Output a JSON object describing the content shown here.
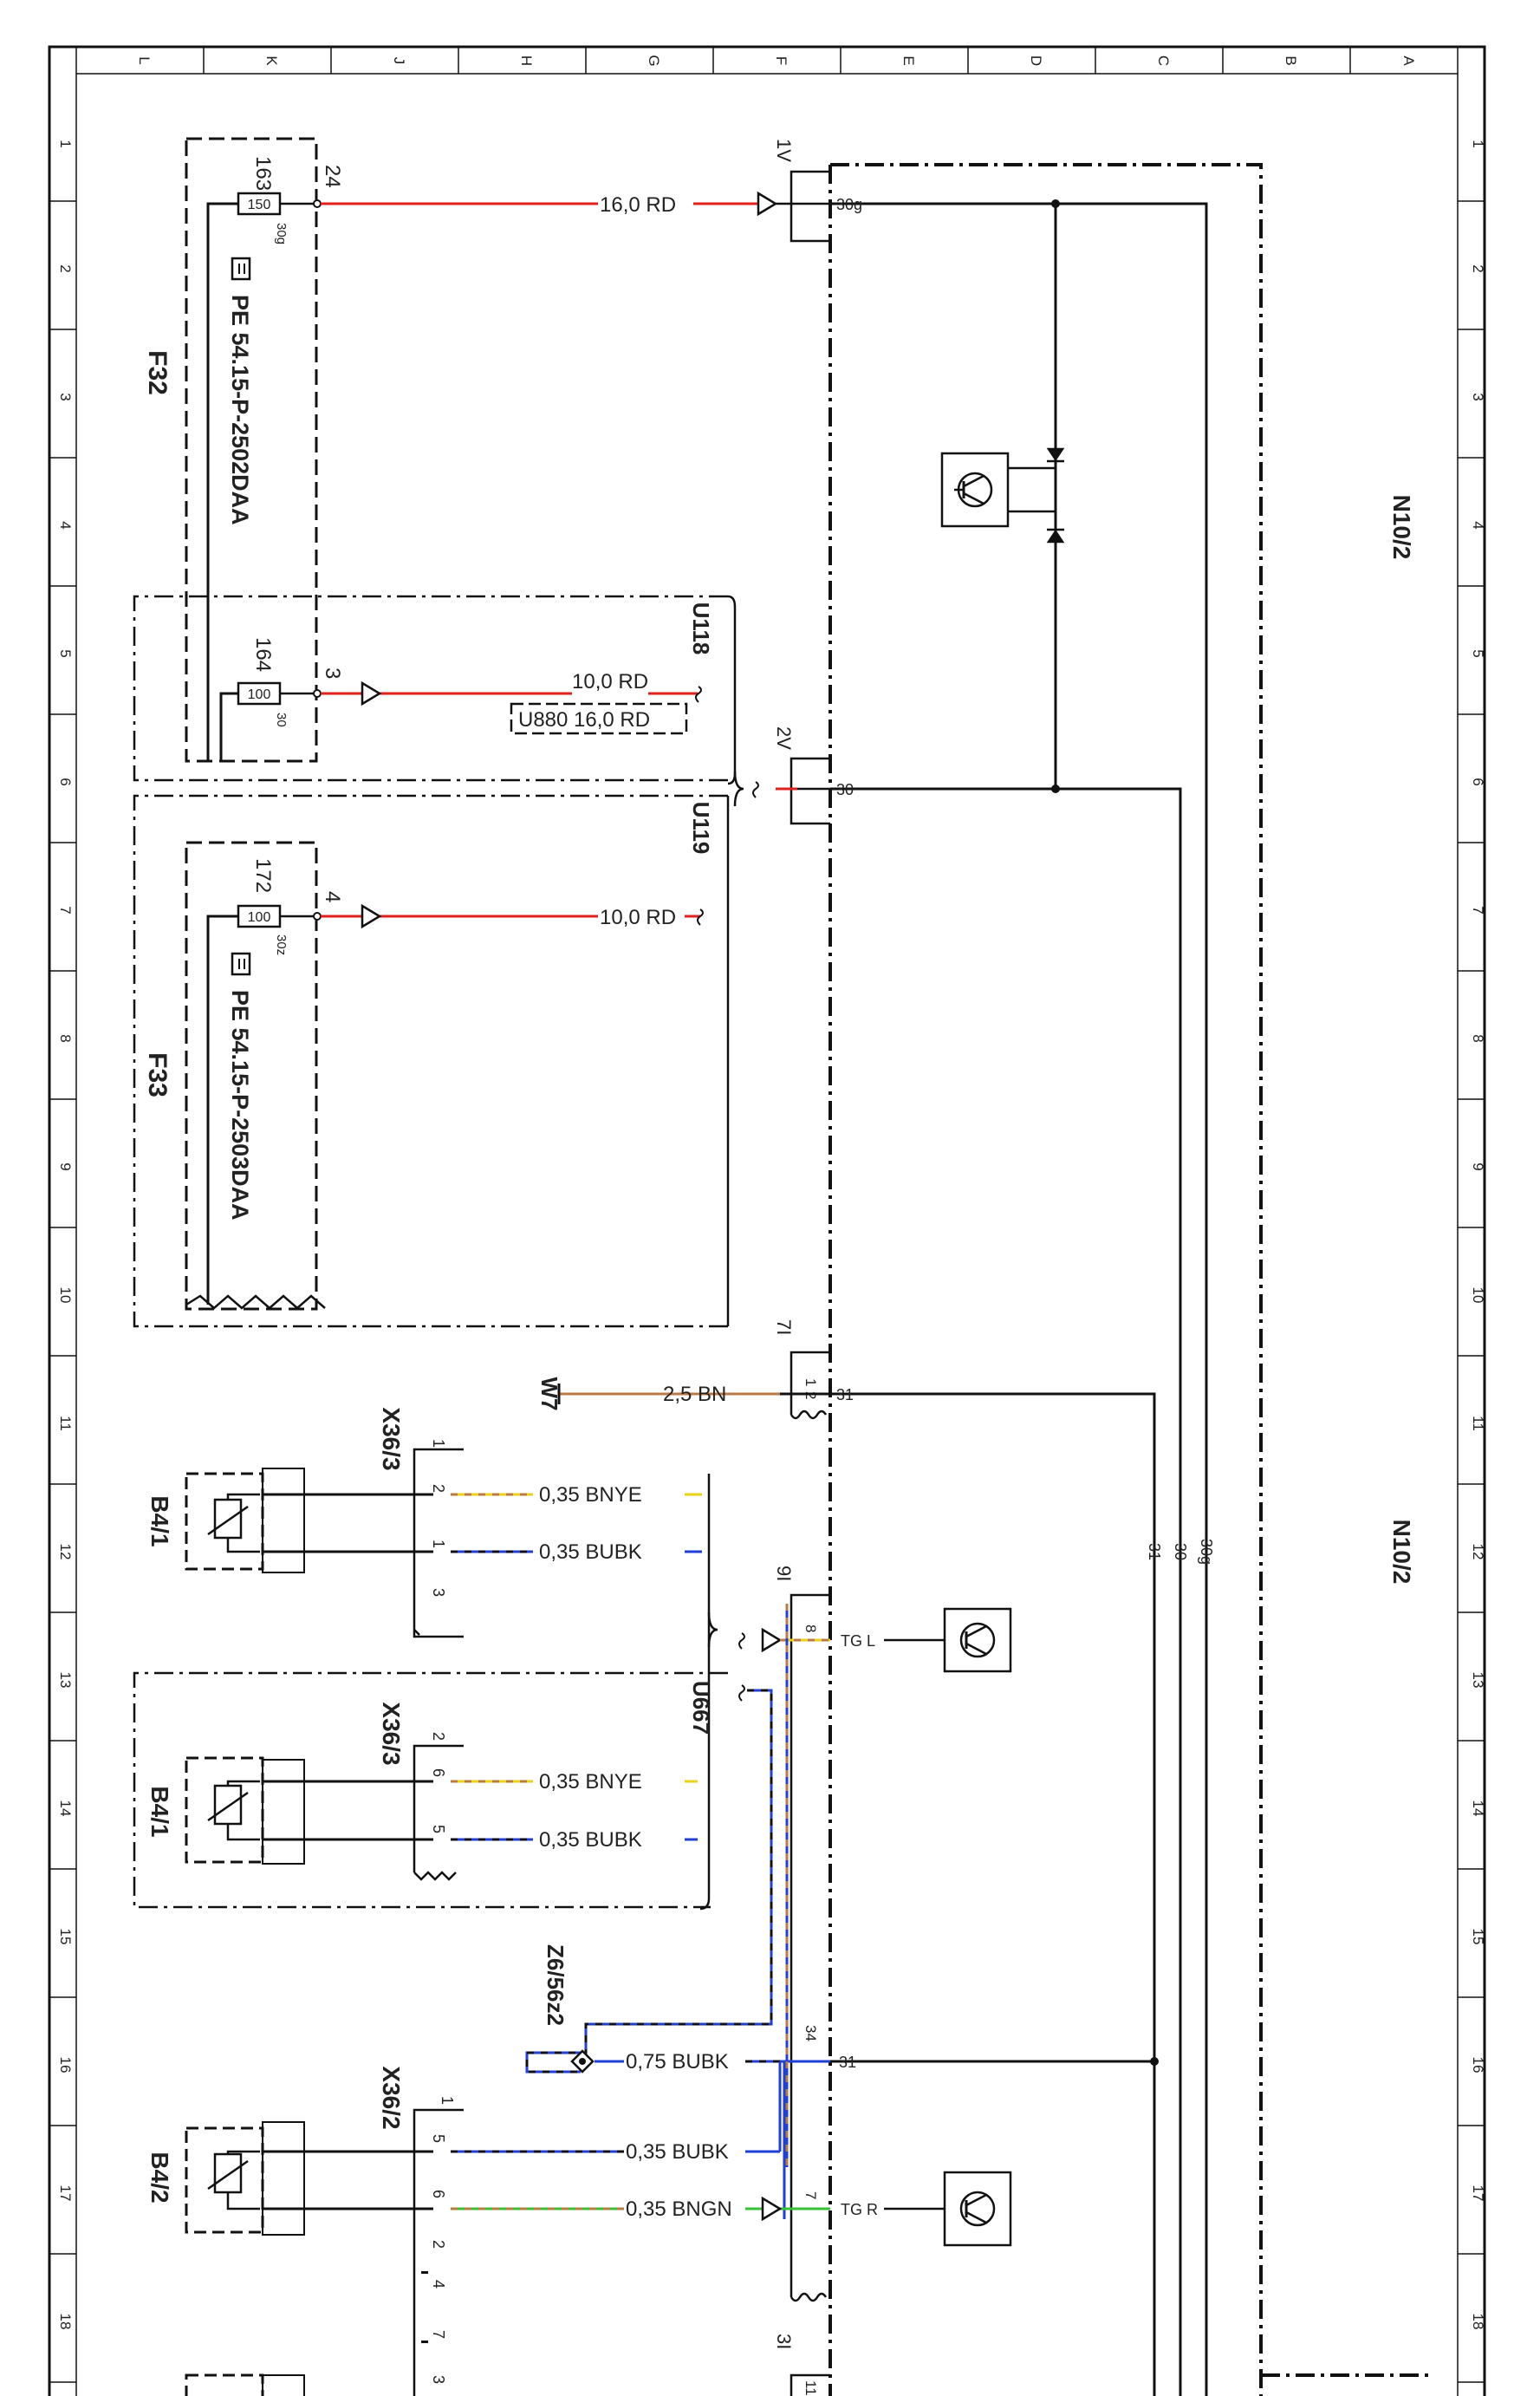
{
  "frame": {
    "columns": [
      "L",
      "K",
      "J",
      "H",
      "G",
      "F",
      "E",
      "D",
      "C",
      "B",
      "A"
    ],
    "rows": [
      "1",
      "2",
      "3",
      "4",
      "5",
      "6",
      "7",
      "8",
      "9",
      "10",
      "11",
      "12",
      "13",
      "14",
      "15",
      "16",
      "17",
      "18"
    ]
  },
  "components": {
    "n10_2_label": "N10/2",
    "f32": {
      "label": "F32",
      "ref": "PE 54.15-P-2502DAA"
    },
    "f33": {
      "label": "F33",
      "ref": "PE 54.15-P-2503DAA"
    },
    "u118": "U118",
    "u119": "U119",
    "u667": "U667",
    "u880": "U880",
    "w7": "W7",
    "x36_3": "X36/3",
    "x36_2": "X36/2",
    "b4_1": "B4/1",
    "b4_2": "B4/2",
    "z6": "Z6/56z2"
  },
  "fuses": [
    {
      "id": "163",
      "rating": "150",
      "terminal": "30g",
      "pin": "24"
    },
    {
      "id": "164",
      "rating": "100",
      "terminal": "30",
      "pin": "3"
    },
    {
      "id": "172",
      "rating": "100",
      "terminal": "30z",
      "pin": "4"
    }
  ],
  "wires": {
    "w1": "16,0 RD",
    "w2": "10,0 RD",
    "w3": "U880 16,0 RD",
    "w4": "10,0 RD",
    "w5": "2,5 BN",
    "w6": "0,35 BNYE",
    "w7": "0,35 BUBK",
    "w8": "0,35 BNYE",
    "w9": "0,35 BUBK",
    "w10": "0,75 BUBK",
    "w11": "0,35 BUBK",
    "w12": "0,35 BNGN"
  },
  "connectors": {
    "c1v": "1V",
    "c2v": "2V",
    "c7i": "7I",
    "c9i": "9I",
    "c3i": "3I",
    "t30g": "30g",
    "t30": "30",
    "t31a": "31",
    "t31b": "31",
    "tgl": "TG L",
    "tgr": "TG R",
    "p1": "1",
    "p2": "2",
    "p8": "8",
    "p34": "34",
    "p7": "7",
    "p11": "11",
    "bus": [
      "31",
      "30",
      "30g"
    ]
  },
  "x36_pins": {
    "a_header": "1",
    "a_pins": [
      "2",
      "1",
      "3"
    ],
    "b_header": "2",
    "b_pins": [
      "6",
      "5"
    ],
    "c_header": "1",
    "c_pins": [
      "5",
      "6",
      "2",
      "4",
      "7",
      "3"
    ]
  },
  "colors": {
    "red": "#e0201a",
    "blue": "#1f3fd6",
    "yellow": "#e8d21a",
    "green": "#35c234",
    "brown": "#b97a45",
    "black": "#111111"
  },
  "icons": [
    "transistor-icon",
    "diode-icon",
    "sensor-icon",
    "manual-ref-icon",
    "splice-icon"
  ]
}
